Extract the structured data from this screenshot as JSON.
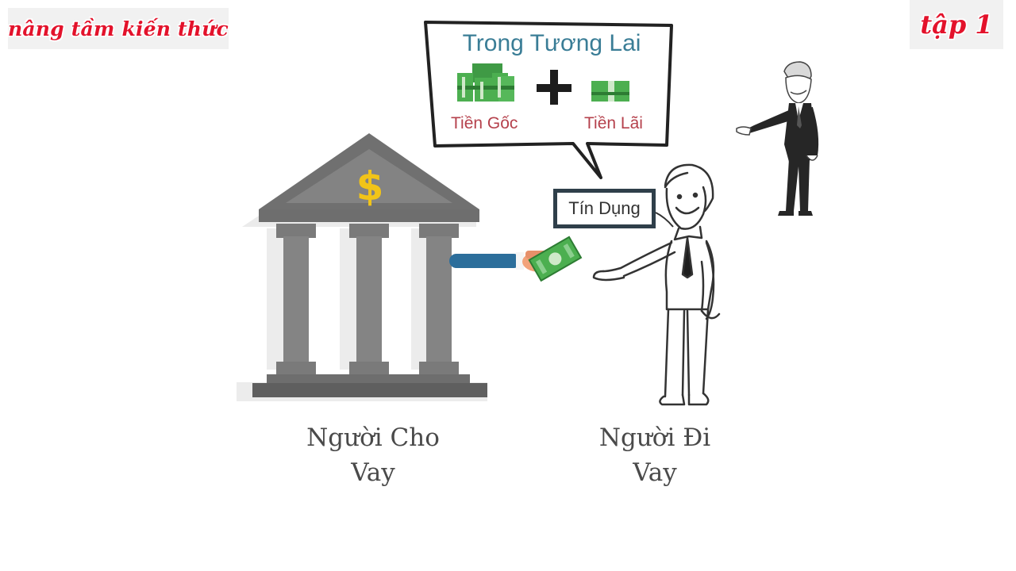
{
  "channel": {
    "name": "nâng tầm kiến thức"
  },
  "episode": {
    "label": "tập 1"
  },
  "speech_bubble": {
    "title": "Trong Tương Lai",
    "principal_label": "Tiền Gốc",
    "interest_label": "Tiền Lãi",
    "plus_sign": "+"
  },
  "credit_tag": {
    "label": "Tín Dụng"
  },
  "lender": {
    "line1": "Người Cho",
    "line2": "Vay"
  },
  "borrower": {
    "line1": "Người Đi",
    "line2": "Vay"
  },
  "colors": {
    "money_green": "#4caf50",
    "bank_gray": "#7f7f7f",
    "title_teal": "#3a7d96",
    "label_red": "#b5414c",
    "badge_red": "#e3122b",
    "dollar_gold": "#f2c418"
  }
}
